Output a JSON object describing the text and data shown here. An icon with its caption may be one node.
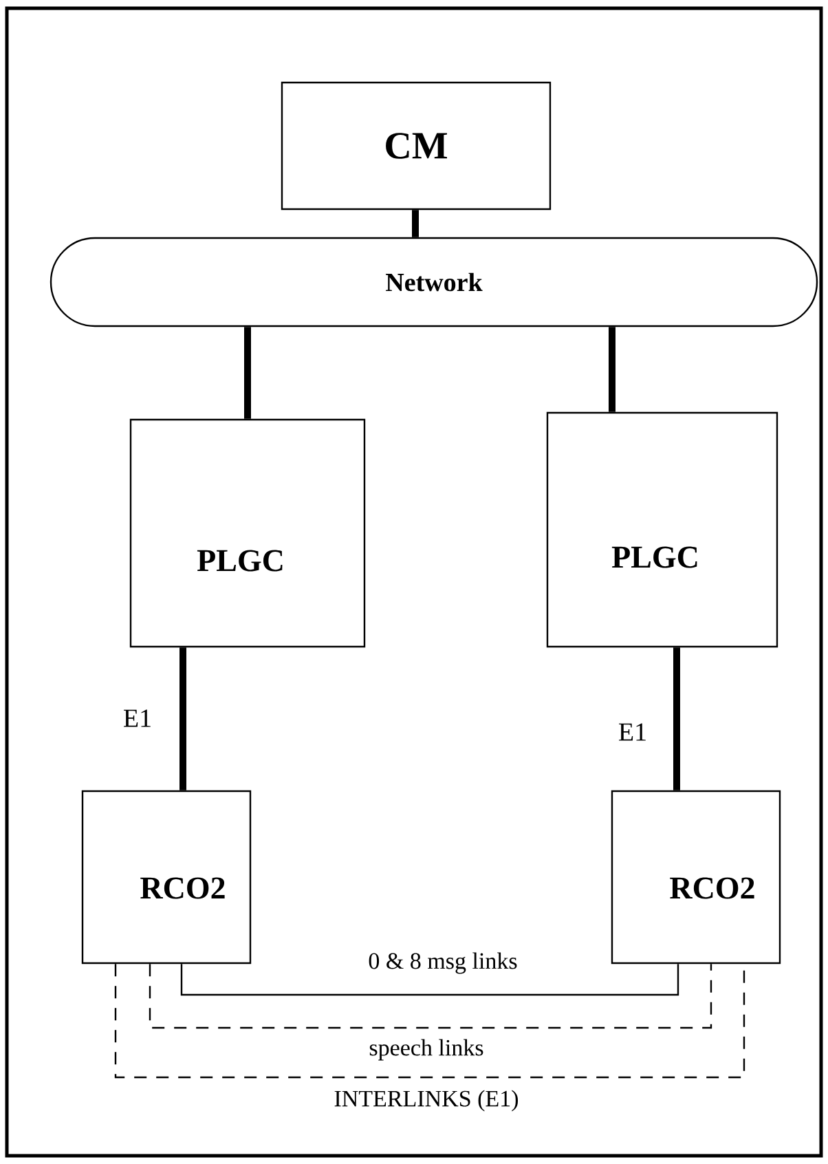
{
  "diagram": {
    "nodes": [
      {
        "text": [
          "CM"
        ]
      },
      {
        "text": [
          "Network"
        ]
      },
      {
        "text": [
          "PLGC"
        ]
      },
      {
        "text": [
          "PLGC"
        ]
      },
      {
        "text": [
          "RCO2"
        ]
      },
      {
        "text": [
          "RCO2"
        ]
      }
    ],
    "edges": [
      {
        "from": 0,
        "to": 1,
        "arrow": "none"
      },
      {
        "from": 1,
        "to": 2,
        "arrow": "none"
      },
      {
        "from": 1,
        "to": 3,
        "arrow": "none"
      },
      {
        "from": 2,
        "to": 4,
        "arrow": "none",
        "label": "E1"
      },
      {
        "from": 3,
        "to": 5,
        "arrow": "none",
        "label": "E1"
      },
      {
        "from": 4,
        "to": 5,
        "arrow": "none",
        "label": "0 & 8 msg links"
      },
      {
        "from": 4,
        "to": 5,
        "arrow": "none",
        "style": "dashed",
        "label": "speech links"
      },
      {
        "from": 4,
        "to": 5,
        "arrow": "none",
        "style": "dashed",
        "label": "INTERLINKS (E1)"
      }
    ]
  }
}
